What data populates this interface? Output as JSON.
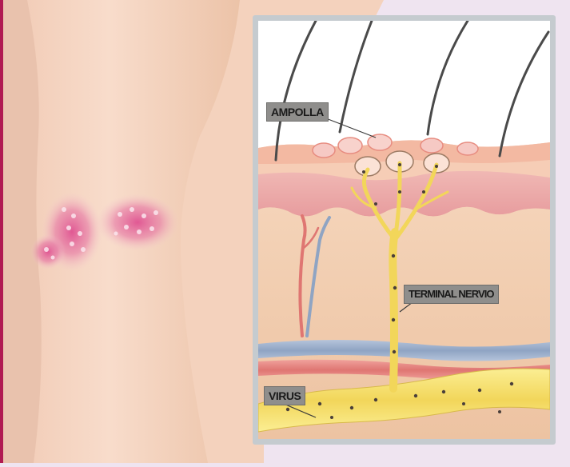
{
  "labels": {
    "blister": "AMPOLLA",
    "nerve_ending": "TERMINAL NERVIO",
    "virus": "VIRUS"
  },
  "colors": {
    "background": "#efe4f0",
    "skin_light": "#f6d6c2",
    "skin_mid": "#eec4a8",
    "rash": "#d9468a",
    "panel_frame": "#c5cbcf",
    "epidermis": "#e9a7a7",
    "dermis": "#f1cfb0",
    "nerve": "#f7e36b",
    "vein": "#9aaecb",
    "artery": "#e98a86",
    "hair": "#4a4a4a",
    "label_bg": "#8f8e8c"
  }
}
